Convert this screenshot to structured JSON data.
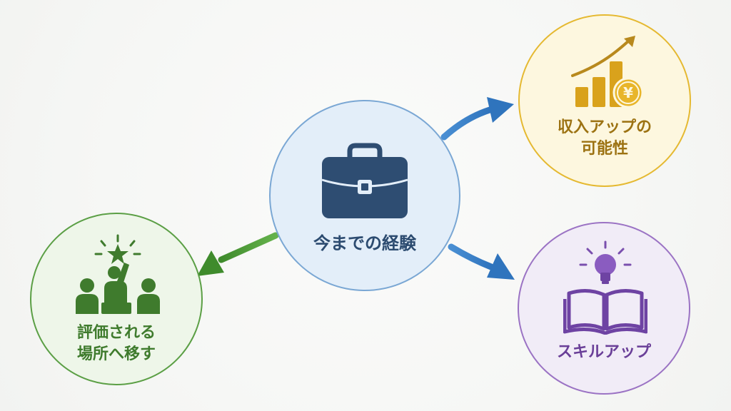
{
  "center": {
    "label": "今までの経験",
    "icon": "briefcase-icon",
    "color": "#2c4b70"
  },
  "income": {
    "lines": [
      "収入アップの",
      "可能性"
    ],
    "icon": "bar-chart-yen-icon",
    "color": "#e5b931"
  },
  "skill": {
    "label": "スキルアップ",
    "icon": "book-lightbulb-icon",
    "color": "#9b73c4"
  },
  "evaluation": {
    "lines": [
      "評価される",
      "場所へ移す"
    ],
    "icon": "team-star-icon",
    "color": "#5b9f45"
  },
  "arrows": {
    "blue": "#3a7fc6",
    "green": "#4e9a3a"
  }
}
